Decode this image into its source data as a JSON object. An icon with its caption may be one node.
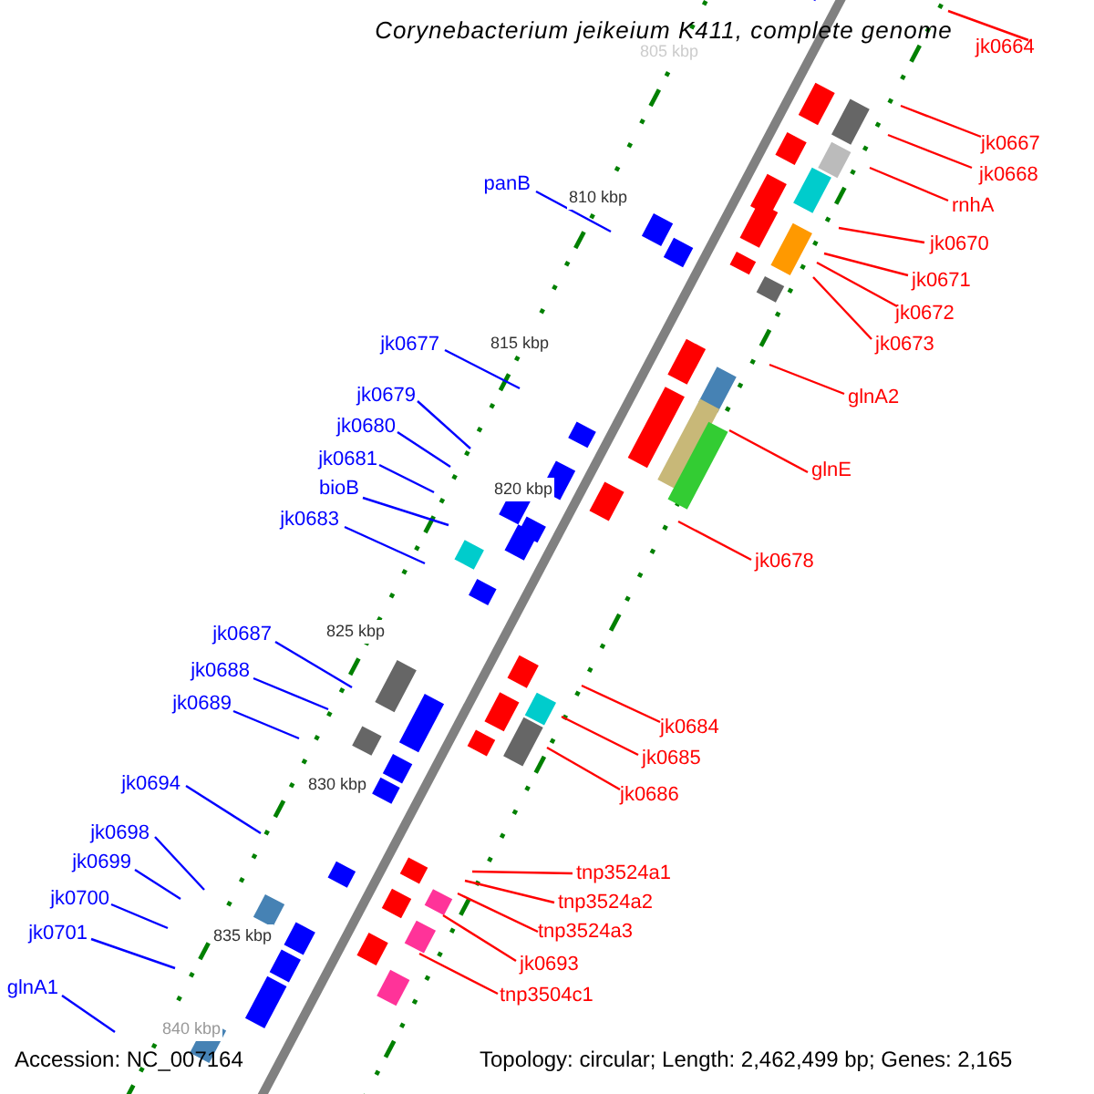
{
  "diagram": {
    "title": "Corynebacterium jeikeium K411, complete genome",
    "nodes": [
      {
        "text": [
          "jk0664"
        ]
      },
      {
        "text": [
          "jk0667"
        ]
      },
      {
        "text": [
          "jk0668"
        ]
      },
      {
        "text": [
          "panB"
        ]
      },
      {
        "text": [
          "rnhA"
        ]
      },
      {
        "text": [
          "jk0670"
        ]
      },
      {
        "text": [
          "jk0671"
        ]
      },
      {
        "text": [
          "jk0672"
        ]
      },
      {
        "text": [
          "jk0677"
        ]
      },
      {
        "text": [
          "jk0673"
        ]
      },
      {
        "text": [
          "jk0679"
        ]
      },
      {
        "text": [
          "glnA2"
        ]
      },
      {
        "text": [
          "jk0680"
        ]
      },
      {
        "text": [
          "jk0681"
        ]
      },
      {
        "text": [
          "glnE"
        ]
      },
      {
        "text": [
          "bioB"
        ]
      },
      {
        "text": [
          "jk0683"
        ]
      },
      {
        "text": [
          "jk0678"
        ]
      },
      {
        "text": [
          "jk0687"
        ]
      },
      {
        "text": [
          "jk0688"
        ]
      },
      {
        "text": [
          "jk0689"
        ]
      },
      {
        "text": [
          "jk0684"
        ]
      },
      {
        "text": [
          "jk0685"
        ]
      },
      {
        "text": [
          "jk0694"
        ]
      },
      {
        "text": [
          "jk0686"
        ]
      },
      {
        "text": [
          "jk0698"
        ]
      },
      {
        "text": [
          "jk0699"
        ]
      },
      {
        "text": [
          "tnp3524a1"
        ]
      },
      {
        "text": [
          "jk0700"
        ]
      },
      {
        "text": [
          "tnp3524a2"
        ]
      },
      {
        "text": [
          "jk0701"
        ]
      },
      {
        "text": [
          "tnp3524a3"
        ]
      },
      {
        "text": [
          "jk0693"
        ]
      },
      {
        "text": [
          "glnA1"
        ]
      },
      {
        "text": [
          "tnp3504c1"
        ]
      }
    ],
    "edges": [
      {
        "from": 0,
        "to": null,
        "arrow": "none"
      },
      {
        "from": 1,
        "to": null,
        "arrow": "none"
      },
      {
        "from": 2,
        "to": null,
        "arrow": "none"
      },
      {
        "from": 3,
        "to": null,
        "arrow": "none",
        "color": "#0000ff"
      },
      {
        "from": 4,
        "to": null,
        "arrow": "none"
      },
      {
        "from": 5,
        "to": null,
        "arrow": "none"
      },
      {
        "from": 6,
        "to": null,
        "arrow": "none"
      },
      {
        "from": 7,
        "to": null,
        "arrow": "none"
      },
      {
        "from": 8,
        "to": null,
        "arrow": "none",
        "color": "#0000ff"
      },
      {
        "from": 9,
        "to": null,
        "arrow": "none"
      },
      {
        "from": 10,
        "to": null,
        "arrow": "none",
        "color": "#0000ff"
      },
      {
        "from": 11,
        "to": null,
        "arrow": "none"
      },
      {
        "from": 12,
        "to": null,
        "arrow": "none",
        "color": "#0000ff"
      },
      {
        "from": 13,
        "to": null,
        "arrow": "none",
        "color": "#0000ff"
      },
      {
        "from": 14,
        "to": null,
        "arrow": "none"
      },
      {
        "from": 15,
        "to": null,
        "arrow": "none",
        "color": "#0000ff"
      },
      {
        "from": 16,
        "to": null,
        "arrow": "none",
        "color": "#0000ff"
      },
      {
        "from": 17,
        "to": null,
        "arrow": "none"
      },
      {
        "from": 18,
        "to": null,
        "arrow": "none",
        "color": "#0000ff"
      },
      {
        "from": 19,
        "to": null,
        "arrow": "none",
        "color": "#0000ff"
      },
      {
        "from": 20,
        "to": null,
        "arrow": "none",
        "color": "#0000ff"
      },
      {
        "from": 21,
        "to": null,
        "arrow": "none"
      },
      {
        "from": 22,
        "to": null,
        "arrow": "none"
      },
      {
        "from": 23,
        "to": null,
        "arrow": "none",
        "color": "#0000ff"
      },
      {
        "from": 24,
        "to": null,
        "arrow": "none"
      },
      {
        "from": 25,
        "to": null,
        "arrow": "none",
        "color": "#0000ff"
      },
      {
        "from": 26,
        "to": null,
        "arrow": "none",
        "color": "#0000ff"
      },
      {
        "from": 27,
        "to": null,
        "arrow": "none"
      },
      {
        "from": 28,
        "to": null,
        "arrow": "none",
        "color": "#0000ff"
      },
      {
        "from": 29,
        "to": null,
        "arrow": "none"
      },
      {
        "from": 30,
        "to": null,
        "arrow": "none",
        "color": "#0000ff"
      },
      {
        "from": 31,
        "to": null,
        "arrow": "none"
      },
      {
        "from": 32,
        "to": null,
        "arrow": "none"
      },
      {
        "from": 33,
        "to": null,
        "arrow": "none",
        "color": "#0000ff"
      },
      {
        "from": 34,
        "to": null,
        "arrow": "none"
      }
    ],
    "labels": [
      "805 kbp",
      "810 kbp",
      "815 kbp",
      "820 kbp",
      "825 kbp",
      "830 kbp",
      "835 kbp",
      "840 kbp",
      "Accession: NC_007164",
      "Topology: circular; Length: 2,462,499 bp; Genes: 2,165"
    ]
  }
}
